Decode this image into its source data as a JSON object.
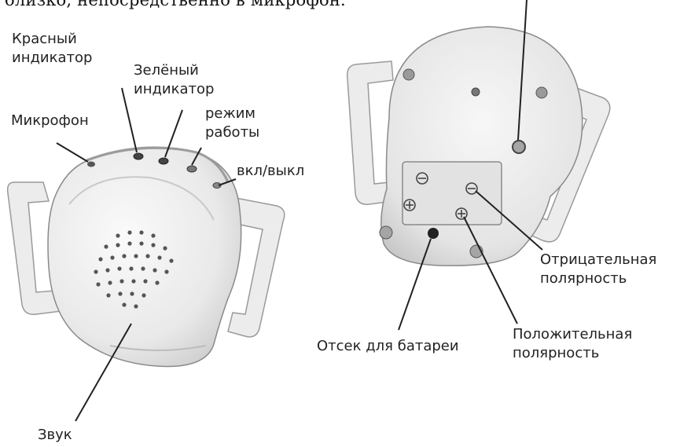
{
  "caption": {
    "top_text": "близко, непосредственно в микрофон."
  },
  "labels": {
    "red_indicator": [
      "Красный",
      "индикатор"
    ],
    "green_indicator": [
      "Зелёный",
      "индикатор"
    ],
    "mode": [
      "режим",
      "работы"
    ],
    "microphone": "Микрофон",
    "power": "вкл/выкл",
    "sound": "Звук",
    "battery": "Отсек для батареи",
    "negative": [
      "Отрицательная",
      "полярность"
    ],
    "positive": [
      "Положительная",
      "полярность"
    ]
  }
}
